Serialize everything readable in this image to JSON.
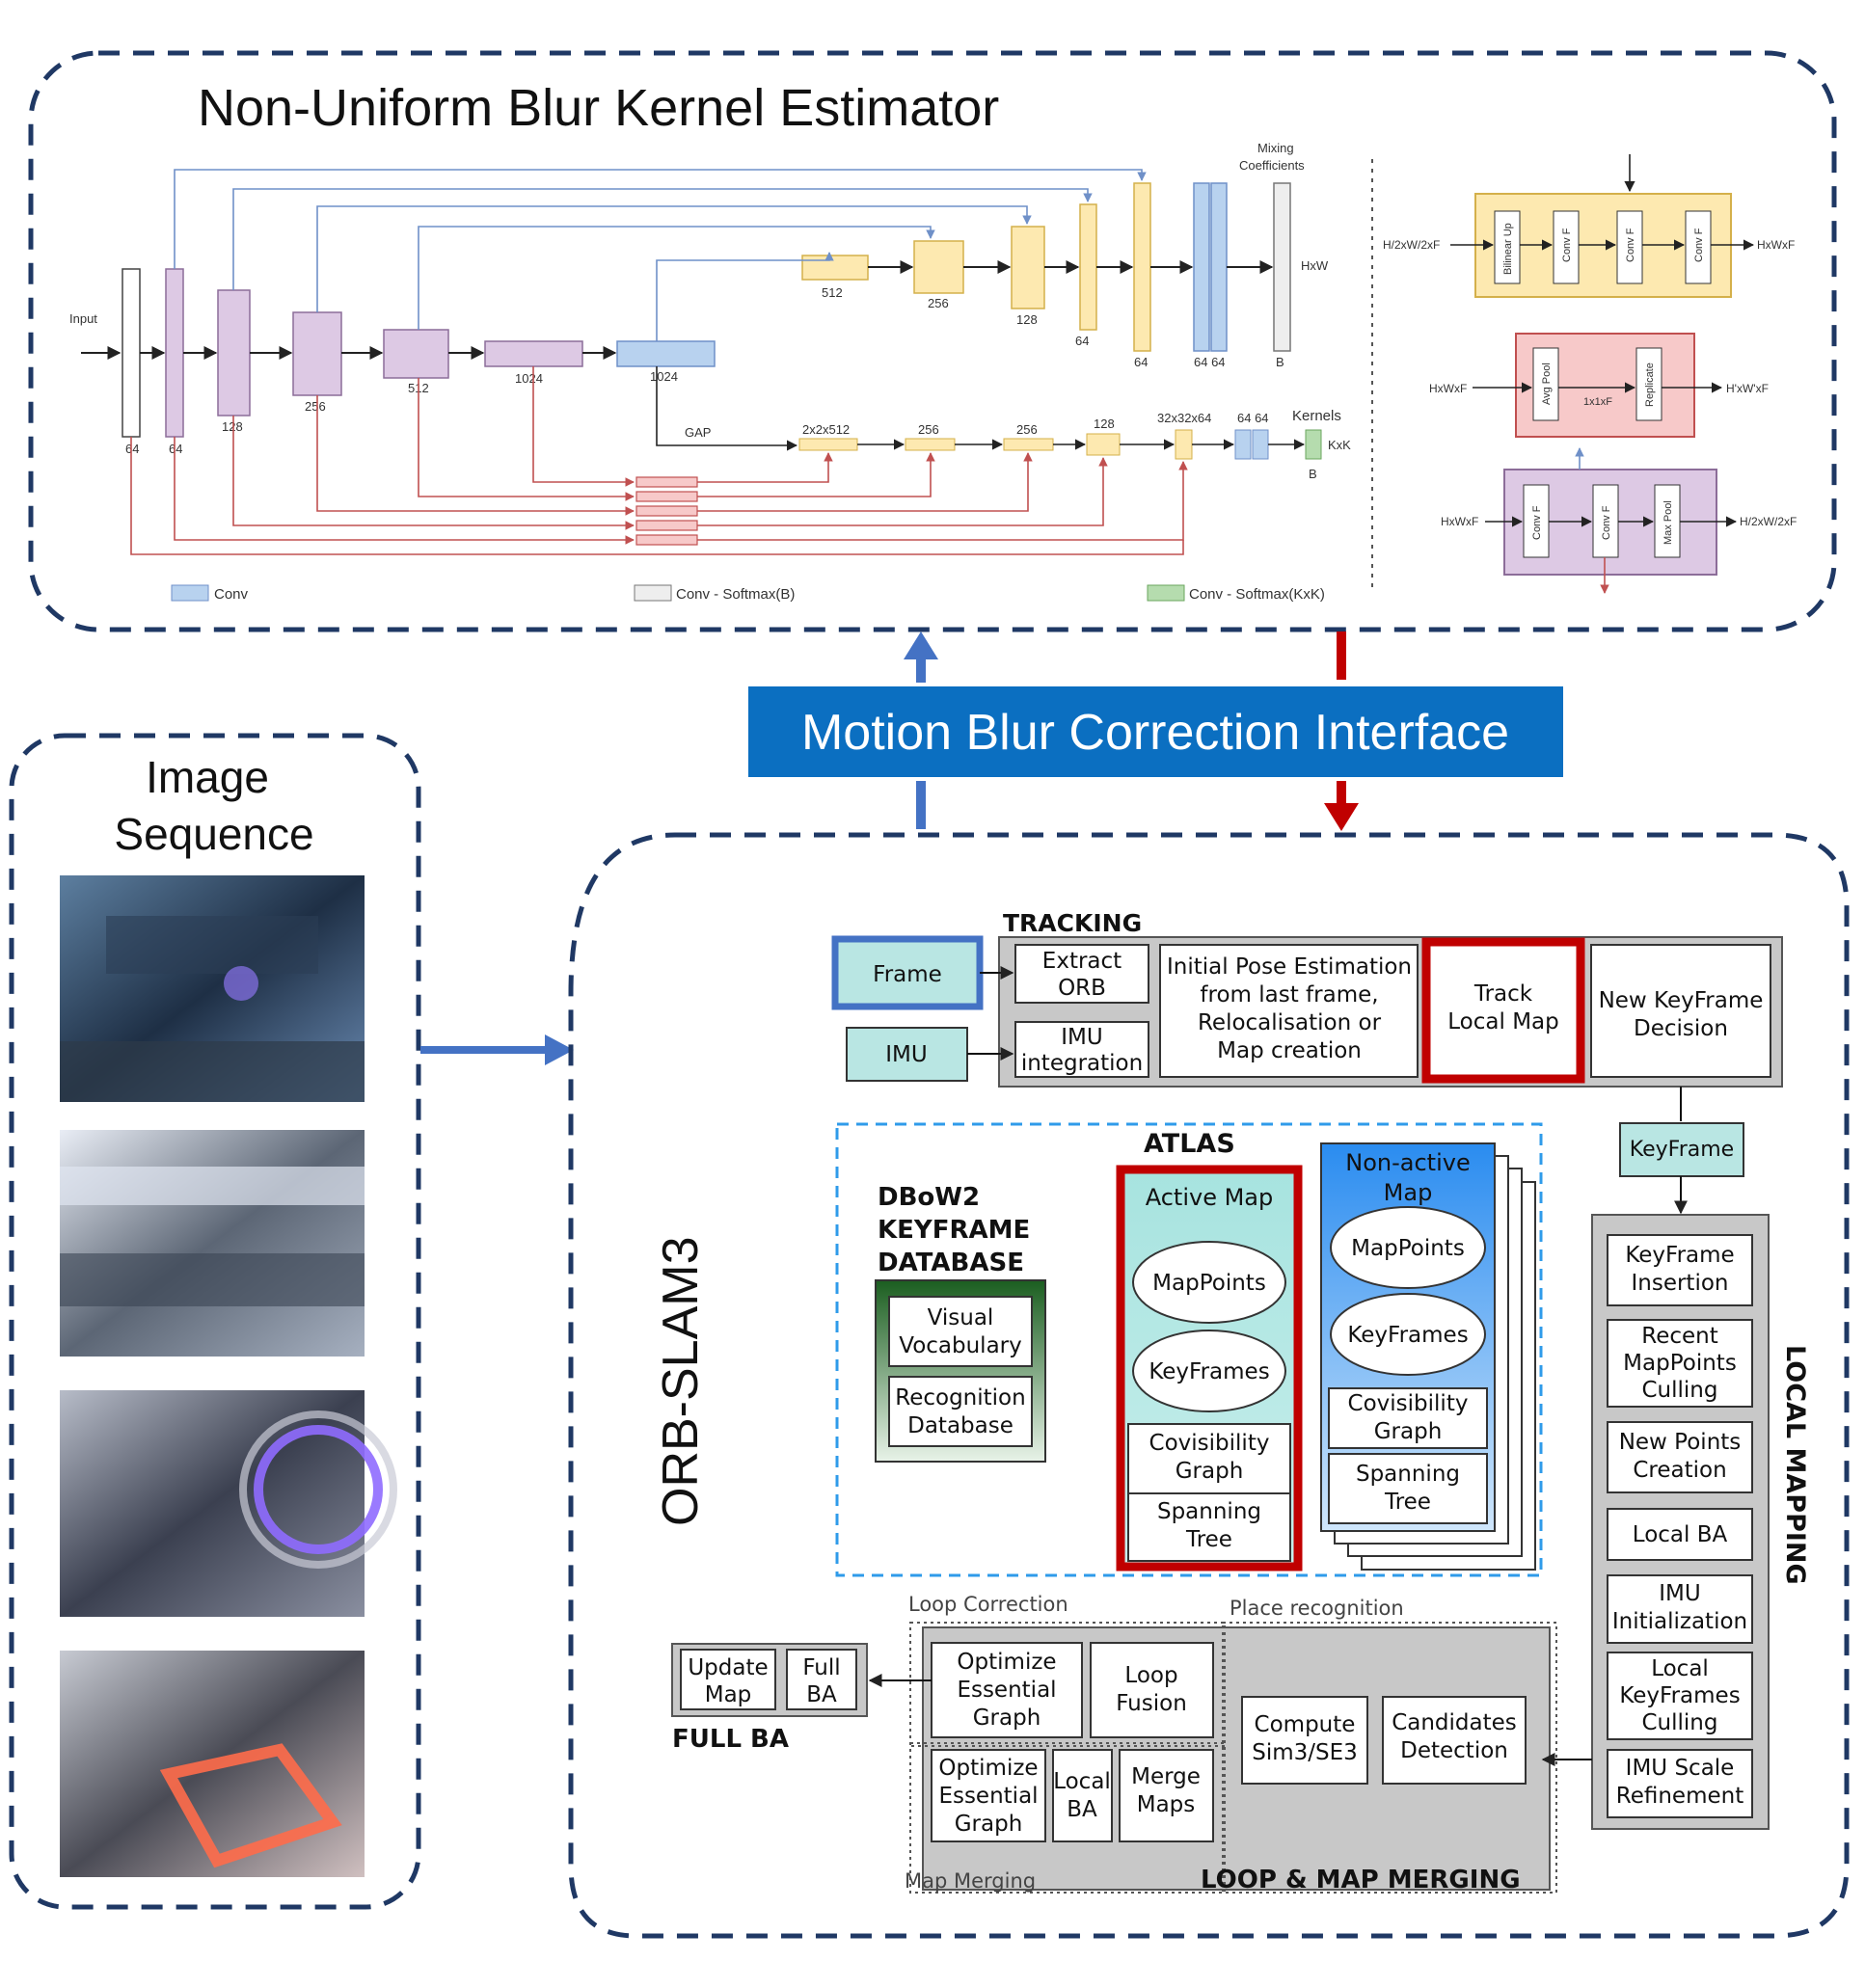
{
  "top_panel": {
    "title": "Non-Uniform Blur Kernel Estimator",
    "input_label": "Input",
    "mixing_label_1": "Mixing",
    "mixing_label_2": "Coefficients",
    "hxw_label": "HxW",
    "encoder_labels": [
      "64",
      "64",
      "128",
      "256",
      "512",
      "1024",
      "1024"
    ],
    "decoder_labels": [
      "512",
      "256",
      "128",
      "64",
      "64",
      "64 64",
      "B"
    ],
    "gap_label": "GAP",
    "kernel_branch_labels": [
      "2x2x512",
      "256",
      "256",
      "128",
      "32x32x64",
      "64 64"
    ],
    "kernels_label": "Kernels",
    "kxk_label": "KxK",
    "b_label": "B",
    "legend": [
      "Conv",
      "Conv - Softmax(B)",
      "Conv - Softmax(KxK)"
    ],
    "block_up": {
      "in": "H/2xW/2xF",
      "out": "HxWxF",
      "layers": [
        "Bilinear Up",
        "Conv F",
        "Conv F",
        "Conv F"
      ]
    },
    "block_pool": {
      "in": "HxWxF",
      "out": "H'xW'xF",
      "layers": [
        "Avg Pool",
        "Replicate"
      ],
      "mid": "1x1xF"
    },
    "block_down": {
      "in": "HxWxF",
      "out": "H/2xW/2xF",
      "layers": [
        "Conv F",
        "Conv F",
        "Max Pool"
      ]
    },
    "colors": {
      "conv": "#b8d2ef",
      "down": "#ddc9e4",
      "up": "#fde9b0",
      "gray": "#e9e9e9",
      "green": "#b5dcae",
      "red": "#f7c9c9",
      "blue_line": "#6f90c8",
      "red_line": "#c05050"
    }
  },
  "interface": {
    "label": "Motion Blur Correction Interface",
    "color": "#0b6fc1",
    "up_arrow_color": "#4472c4",
    "down_arrow_color": "#c00000"
  },
  "image_sequence": {
    "title_line1": "Image",
    "title_line2": "Sequence"
  },
  "slam": {
    "title": "ORB-SLAM3",
    "tracking": {
      "heading": "TRACKING",
      "frame": "Frame",
      "imu": "IMU",
      "extract_orb": [
        "Extract",
        "ORB"
      ],
      "imu_integration": [
        "IMU",
        "integration"
      ],
      "initial_pose": [
        "Initial Pose Estimation",
        "from last frame,",
        "Relocalisation or",
        "Map creation"
      ],
      "track_local_map": [
        "Track",
        "Local Map"
      ],
      "new_keyframe": [
        "New KeyFrame",
        "Decision"
      ]
    },
    "keyframe_label": "KeyFrame",
    "atlas": {
      "heading": "ATLAS",
      "dbow": [
        "DBoW2",
        "KEYFRAME",
        "DATABASE"
      ],
      "visual_vocabulary": [
        "Visual",
        "Vocabulary"
      ],
      "recognition_database": [
        "Recognition",
        "Database"
      ],
      "active_map": "Active Map",
      "non_active_map": [
        "Non-active",
        "Map"
      ],
      "mappoints": "MapPoints",
      "keyframes": "KeyFrames",
      "covisibility": [
        "Covisibility",
        "Graph"
      ],
      "spanning": [
        "Spanning",
        "Tree"
      ]
    },
    "local_mapping": {
      "heading": "LOCAL MAPPING",
      "items": [
        [
          "KeyFrame",
          "Insertion"
        ],
        [
          "Recent",
          "MapPoints",
          "Culling"
        ],
        [
          "New Points",
          "Creation"
        ],
        [
          "Local BA"
        ],
        [
          "IMU",
          "Initialization"
        ],
        [
          "Local",
          "KeyFrames",
          "Culling"
        ],
        [
          "IMU Scale",
          "Refinement"
        ]
      ]
    },
    "loop": {
      "loop_correction": "Loop Correction",
      "place_recognition": "Place recognition",
      "map_merging": "Map Merging",
      "heading": "LOOP & MAP MERGING",
      "optimize_essential": [
        "Optimize",
        "Essential",
        "Graph"
      ],
      "loop_fusion": [
        "Loop",
        "Fusion"
      ],
      "local_ba": [
        "Local",
        "BA"
      ],
      "merge_maps": [
        "Merge",
        "Maps"
      ],
      "compute_sim3": [
        "Compute",
        "Sim3/SE3"
      ],
      "candidates": [
        "Candidates",
        "Detection"
      ]
    },
    "full_ba": {
      "heading": "FULL BA",
      "update_map": [
        "Update",
        "Map"
      ],
      "full_ba": [
        "Full",
        "BA"
      ]
    }
  }
}
